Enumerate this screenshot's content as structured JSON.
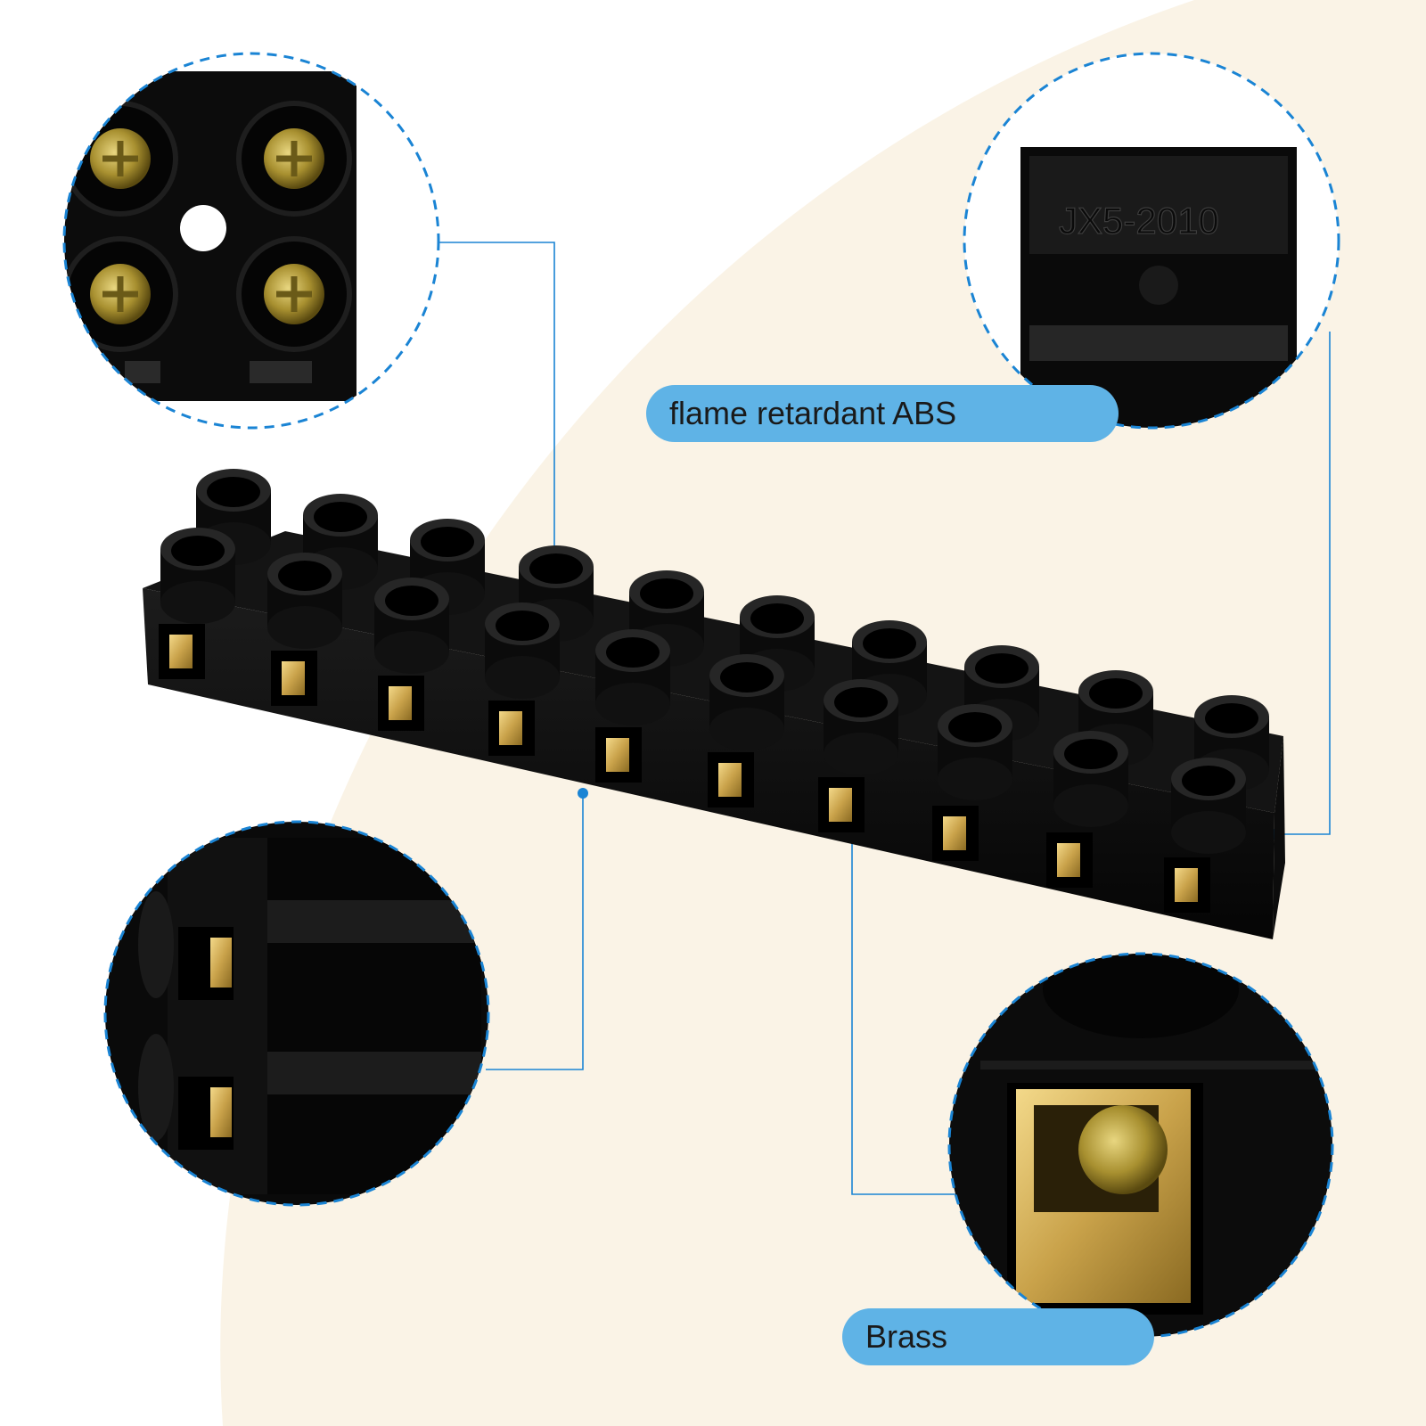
{
  "colors": {
    "accent": "#1a84d4",
    "label_fill": "#5fb3e6",
    "background_arc": "#faf3e6",
    "background": "#ffffff",
    "body": "#0a0a0a",
    "brass": "#c9a24a"
  },
  "callouts": {
    "material_label": "flame retardant ABS",
    "conductor_label": "Brass"
  },
  "product": {
    "model_marking": "JX5-2010"
  }
}
